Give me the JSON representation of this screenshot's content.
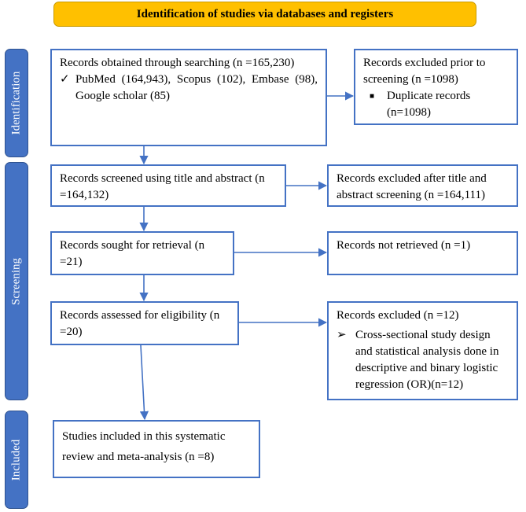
{
  "header": {
    "title": "Identification of studies via databases and registers"
  },
  "stages": {
    "identification": "Identification",
    "screening": "Screening",
    "included": "Included"
  },
  "identification": {
    "records_obtained": "Records obtained through searching (n =165,230)",
    "sources": "PubMed (164,943), Scopus (102), Embase (98), Google scholar (85)",
    "excluded_title": "Records excluded prior to screening (n =1098)",
    "excluded_item": "Duplicate records (n=1098)"
  },
  "screening": {
    "screened": "Records screened using title and abstract (n =164,132)",
    "excluded_screen": "Records excluded after title and abstract screening (n =164,111)",
    "sought": "Records sought for retrieval (n =21)",
    "not_retrieved": "Records not retrieved (n =1)",
    "assessed": "Records assessed for eligibility (n =20)",
    "excluded_title": "Records excluded (n =12)",
    "excluded_reason": "Cross-sectional study design and statistical analysis done in descriptive and binary logistic regression (OR)(n=12)"
  },
  "included": {
    "studies": "Studies included in this systematic review and meta-analysis (n =8)"
  },
  "colors": {
    "header_fill": "#ffc000",
    "stage_fill": "#4472c4",
    "box_border": "#4472c4",
    "arrow": "#4472c4"
  }
}
